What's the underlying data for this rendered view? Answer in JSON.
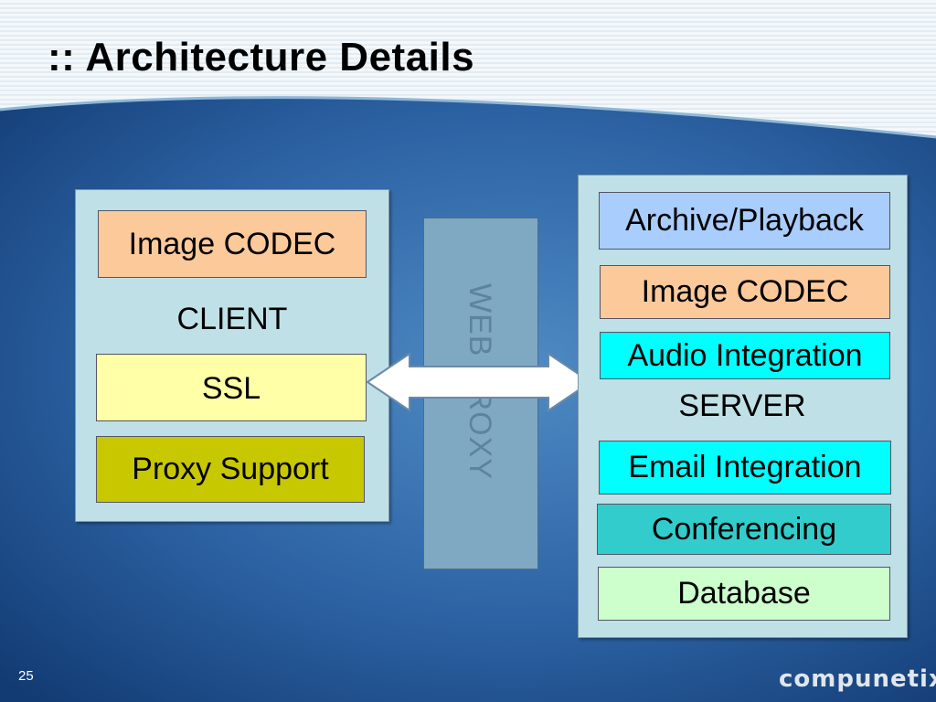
{
  "slide": {
    "title": ":: Architecture Details",
    "page_number": "25",
    "logo_text": "compunetix"
  },
  "client": {
    "label": "CLIENT",
    "boxes": [
      {
        "text": "Image CODEC",
        "color": "#fcc99a"
      },
      {
        "text": "SSL",
        "color": "#ffffa8"
      },
      {
        "text": "Proxy Support",
        "color": "#c8c800"
      }
    ]
  },
  "proxy": {
    "label": "WEB PROXY",
    "color": "#7fa9c2"
  },
  "server": {
    "label": "SERVER",
    "boxes": [
      {
        "text": "Archive/Playback",
        "color": "#a9cdfc"
      },
      {
        "text": "Image CODEC",
        "color": "#fcc99a"
      },
      {
        "text": "Audio Integration",
        "color": "#00ffff"
      },
      {
        "text": "Email Integration",
        "color": "#00ffff"
      },
      {
        "text": "Conferencing",
        "color": "#33cccc"
      },
      {
        "text": "Database",
        "color": "#ccffcc"
      }
    ]
  },
  "colors": {
    "panel": "#bfe0e6",
    "background_blue": "#1d4f8c"
  }
}
